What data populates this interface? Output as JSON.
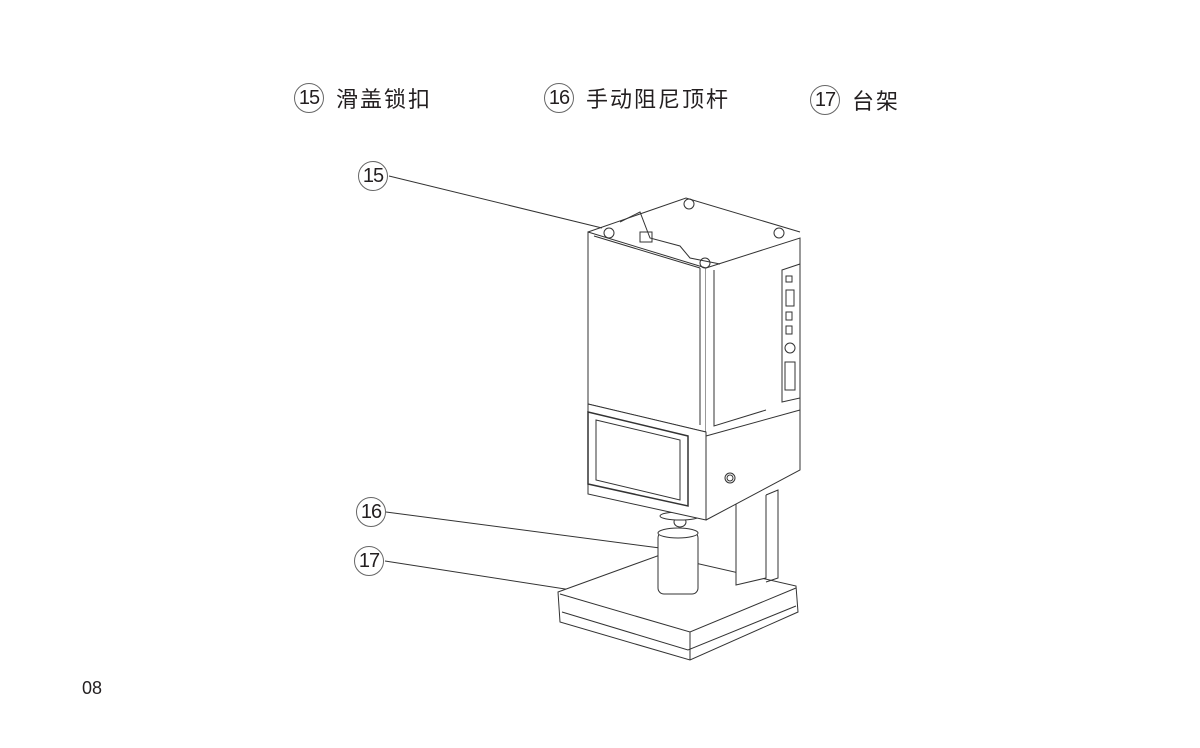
{
  "legend": [
    {
      "number": "15",
      "label": "滑盖锁扣"
    },
    {
      "number": "16",
      "label": "手动阻尼顶杆"
    },
    {
      "number": "17",
      "label": "台架"
    }
  ],
  "callouts": [
    "15",
    "16",
    "17"
  ],
  "page_number": "08"
}
